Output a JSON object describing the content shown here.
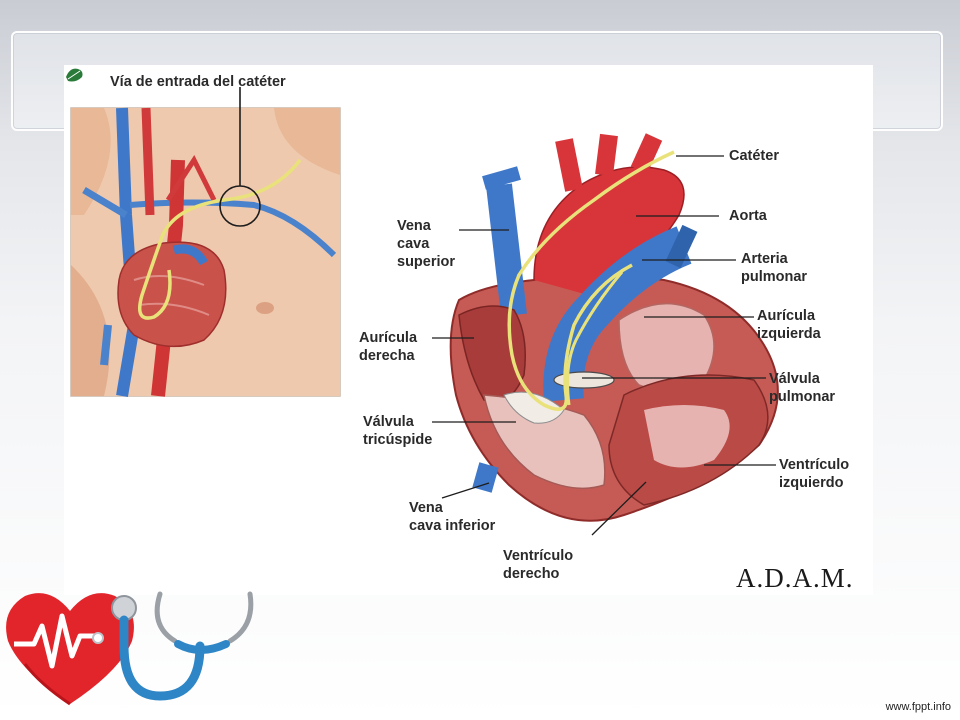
{
  "labels": {
    "catheter_entry": "Vía de entrada del catéter",
    "cateter": "Catéter",
    "aorta": "Aorta",
    "vena_cava_superior": [
      "Vena",
      "cava",
      "superior"
    ],
    "arteria_pulmonar": [
      "Arteria",
      "pulmonar"
    ],
    "auricula_izquierda": [
      "Aurícula",
      "izquierda"
    ],
    "auricula_derecha": [
      "Aurícula",
      "derecha"
    ],
    "valvula_pulmonar": [
      "Válvula",
      "pulmonar"
    ],
    "valvula_tricuspide": [
      "Válvula",
      "tricúspide"
    ],
    "ventriculo_izquierdo": [
      "Ventrículo",
      "izquierdo"
    ],
    "vena_cava_inferior": [
      "Vena",
      "cava inferior"
    ],
    "ventriculo_derecho": [
      "Ventrículo",
      "derecho"
    ]
  },
  "brand": "A.D.A.M.",
  "footer": "www.fppt.info",
  "icons": [
    "heart-pulse-icon",
    "stethoscope-icon",
    "adam-leaf-icon"
  ],
  "colors": {
    "vein_blue": "#3f78c8",
    "artery_red": "#d8353a",
    "muscle": "#c96a66",
    "catheter": "#e9e27a",
    "logo_red": "#e2242b",
    "stethoscope_blue": "#2e86c6"
  }
}
